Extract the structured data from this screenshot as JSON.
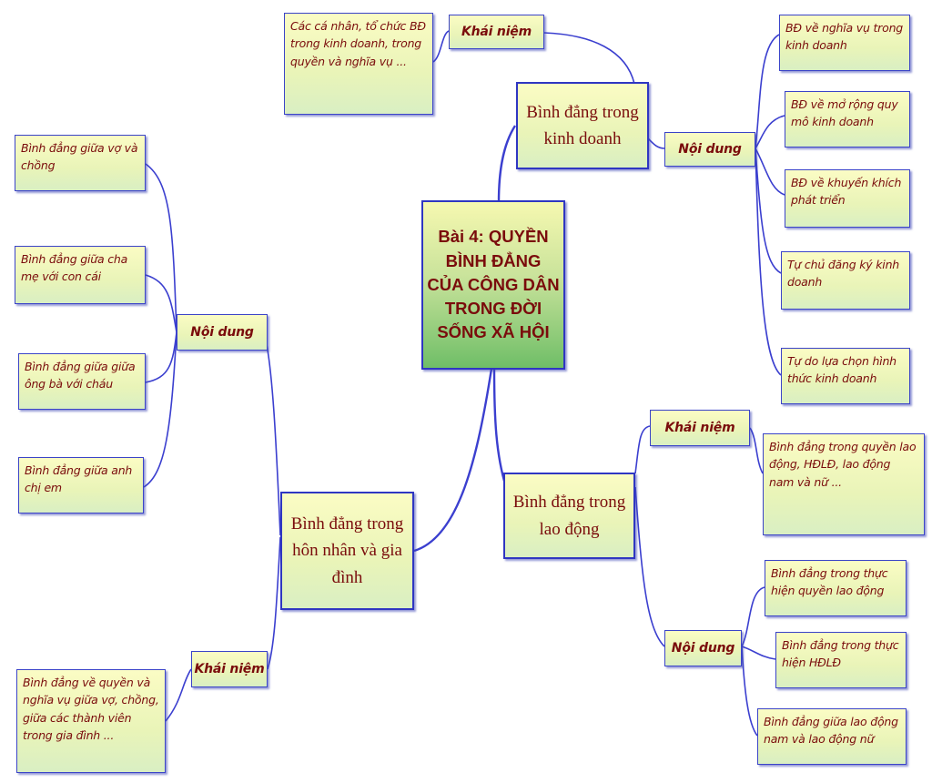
{
  "center": {
    "title": "Bài 4: QUYỀN BÌNH ĐẲNG CỦA CÔNG DÂN TRONG ĐỜI SỐNG XÃ HỘI"
  },
  "business": {
    "title": "Bình đẳng trong kinh doanh",
    "concept_label": "Khái niệm",
    "concept_text": "Các cá nhân, tổ chức BĐ trong kinh doanh, trong quyền và nghĩa vụ ...",
    "content_label": "Nội dung",
    "contents": [
      "BĐ về nghĩa vụ trong kinh doanh",
      "BĐ về mở rộng quy mô kinh doanh",
      "BĐ về khuyến khích phát triển",
      "Tự chủ đăng ký kinh doanh",
      "Tự do lựa chọn hình thức kinh doanh"
    ]
  },
  "labor": {
    "title": "Bình đẳng trong lao động",
    "concept_label": "Khái niệm",
    "concept_text": "Bình đẳng trong quyền lao động, HĐLĐ, lao động nam và nữ ...",
    "content_label": "Nội dung",
    "contents": [
      "Bình đẳng trong thực hiện quyền lao động",
      "Bình đẳng trong thực hiện HĐLĐ",
      "Bình đẳng giữa lao động nam và lao động nữ"
    ]
  },
  "family": {
    "title": "Bình đẳng trong hôn nhân và gia đình",
    "concept_label": "Khái niệm",
    "concept_text": "Bình đẳng về quyền và nghĩa vụ giữa vợ, chồng, giữa các thành viên trong gia đình ...",
    "content_label": "Nội dung",
    "contents": [
      "Bình đẳng giữa vợ và chồng",
      "Bình đẳng giữa cha mẹ với con cái",
      "Bình đẳng giữa giữa ông bà với cháu",
      "Bình đẳng giữa anh chị em"
    ]
  },
  "colors": {
    "line": "#3b3fcf",
    "border": "#3b44c8",
    "text": "#7a0c0c",
    "node_fill": "#fbfcc4",
    "center_fill": "#6fbe67"
  }
}
